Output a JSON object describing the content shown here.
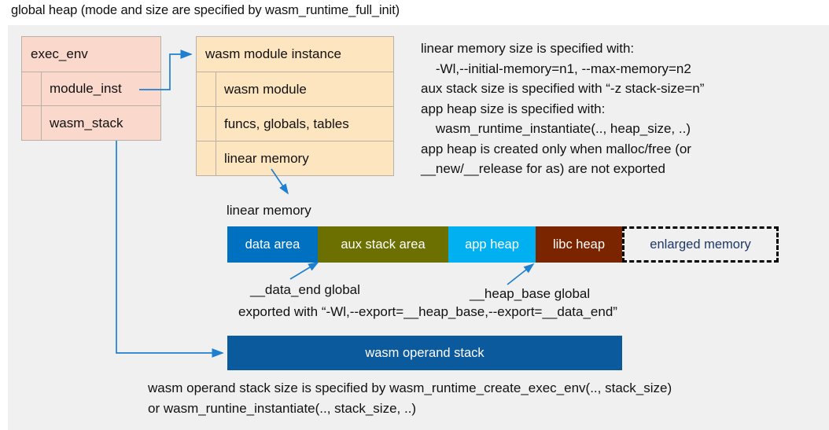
{
  "title": "global heap (mode and size are specified by wasm_runtime_full_init)",
  "exec_env": {
    "header": "exec_env",
    "fields": [
      {
        "label": "module_inst"
      },
      {
        "label": "wasm_stack"
      }
    ],
    "fill_color": "#fad8cc"
  },
  "module_instance": {
    "header": "wasm module instance",
    "fields": [
      {
        "label": "wasm module"
      },
      {
        "label": "funcs, globals, tables"
      },
      {
        "label": "linear memory"
      }
    ],
    "fill_color": "#fce5bf"
  },
  "notes": "linear memory size is specified with:\n    -Wl,--initial-memory=n1, --max-memory=n2\naux stack size is specified with “-z stack-size=n”\napp heap size is specified with:\n    wasm_runtime_instantiate(.., heap_size, ..)\napp heap is created only when malloc/free (or\n__new/__release for as) are not exported",
  "linear_memory": {
    "label": "linear memory",
    "segments": [
      {
        "label": "data area",
        "color": "#0070c0",
        "width": 115,
        "text_color": "#ffffff",
        "dashed": false
      },
      {
        "label": "aux stack area",
        "color": "#6b7000",
        "width": 166,
        "text_color": "#ffffff",
        "dashed": false
      },
      {
        "label": "app heap",
        "color": "#00b0f0",
        "width": 111,
        "text_color": "#ffffff",
        "dashed": false
      },
      {
        "label": "libc heap",
        "color": "#7b2400",
        "width": 110,
        "text_color": "#ffffff",
        "dashed": false
      },
      {
        "label": "enlarged memory",
        "color": "#f0f0f0",
        "width": 199,
        "text_color": "#1f3864",
        "dashed": true
      }
    ]
  },
  "annotations": {
    "data_end": "__data_end global",
    "heap_base": "__heap_base global",
    "exported": "exported with “-Wl,--export=__heap_base,--export=__data_end”"
  },
  "operand_stack": {
    "label": "wasm operand stack",
    "color": "#0c5a9e"
  },
  "bottom_notes": "wasm operand stack size is specified by wasm_runtime_create_exec_env(.., stack_size)\nor wasm_runtine_instantiate(.., stack_size, ..)",
  "colors": {
    "panel_background": "#f0f0f0",
    "connector": "#1f7fd0",
    "box_border": "#b8b0a6",
    "text": "#111111"
  }
}
